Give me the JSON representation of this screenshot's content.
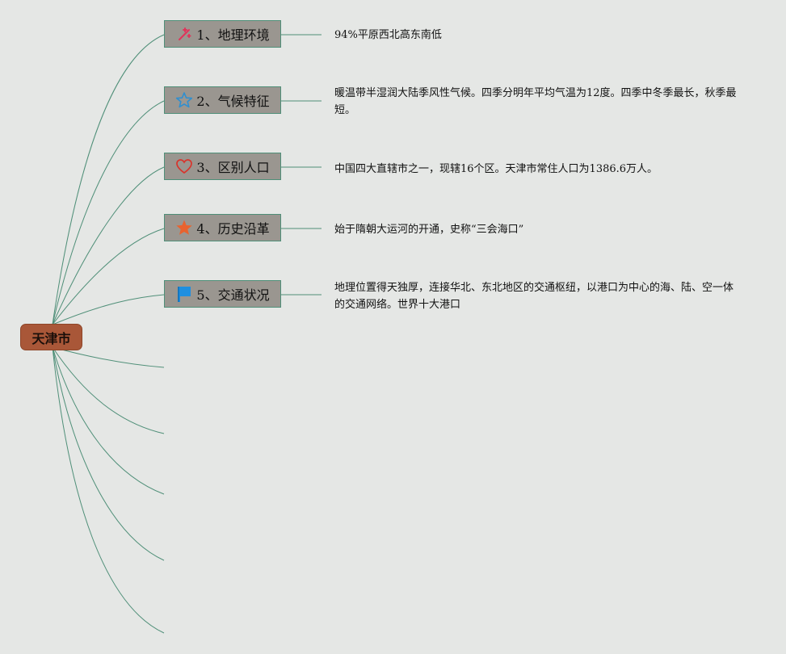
{
  "root": {
    "label": "天津市"
  },
  "topics": [
    {
      "label": "1、地理环境",
      "icon": "sparkle-icon",
      "note": "94%平原西北高东南低"
    },
    {
      "label": "2、气候特征",
      "icon": "star-outline-icon",
      "note": "暖温带半湿润大陆季风性气候。四季分明年平均气温为12度。四季中冬季最长，秋季最短。"
    },
    {
      "label": "3、区别人口",
      "icon": "heart-outline-icon",
      "note": "中国四大直辖市之一，现辖16个区。天津市常住人口为1386.6万人。"
    },
    {
      "label": "4、历史沿革",
      "icon": "star-filled-icon",
      "note": "始于隋朝大运河的开通，史称“三会海口”"
    },
    {
      "label": "5、交通状况",
      "icon": "flag-icon",
      "note": "地理位置得天独厚，连接华北、东北地区的交通枢纽，以港口为中心的海、陆、空一体的交通网络。世界十大港口"
    }
  ],
  "colors": {
    "root_fill": "#a95738",
    "topic_fill": "#9a9690",
    "line": "#4f8f78",
    "background": "#e5e7e5"
  }
}
